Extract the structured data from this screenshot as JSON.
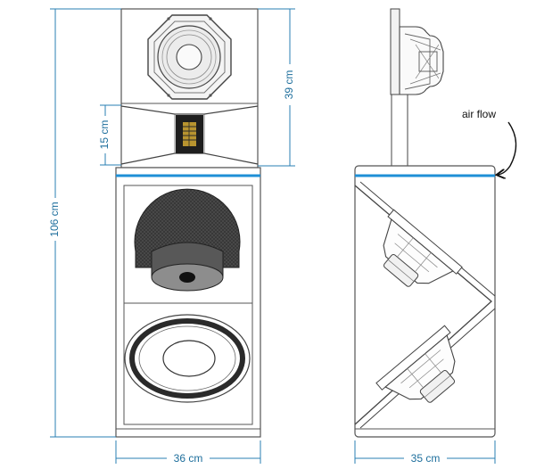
{
  "dimensions": {
    "height_total": "106 cm",
    "height_top": "39 cm",
    "height_horn": "15 cm",
    "width_front": "36 cm",
    "depth_side": "35 cm"
  },
  "annotations": {
    "airflow": "air flow"
  },
  "colors": {
    "dimension_line": "#2a7fb3",
    "accent_stripe": "#1e8fd6",
    "outline": "#333333",
    "driver_dark": "#3a3a3a"
  }
}
